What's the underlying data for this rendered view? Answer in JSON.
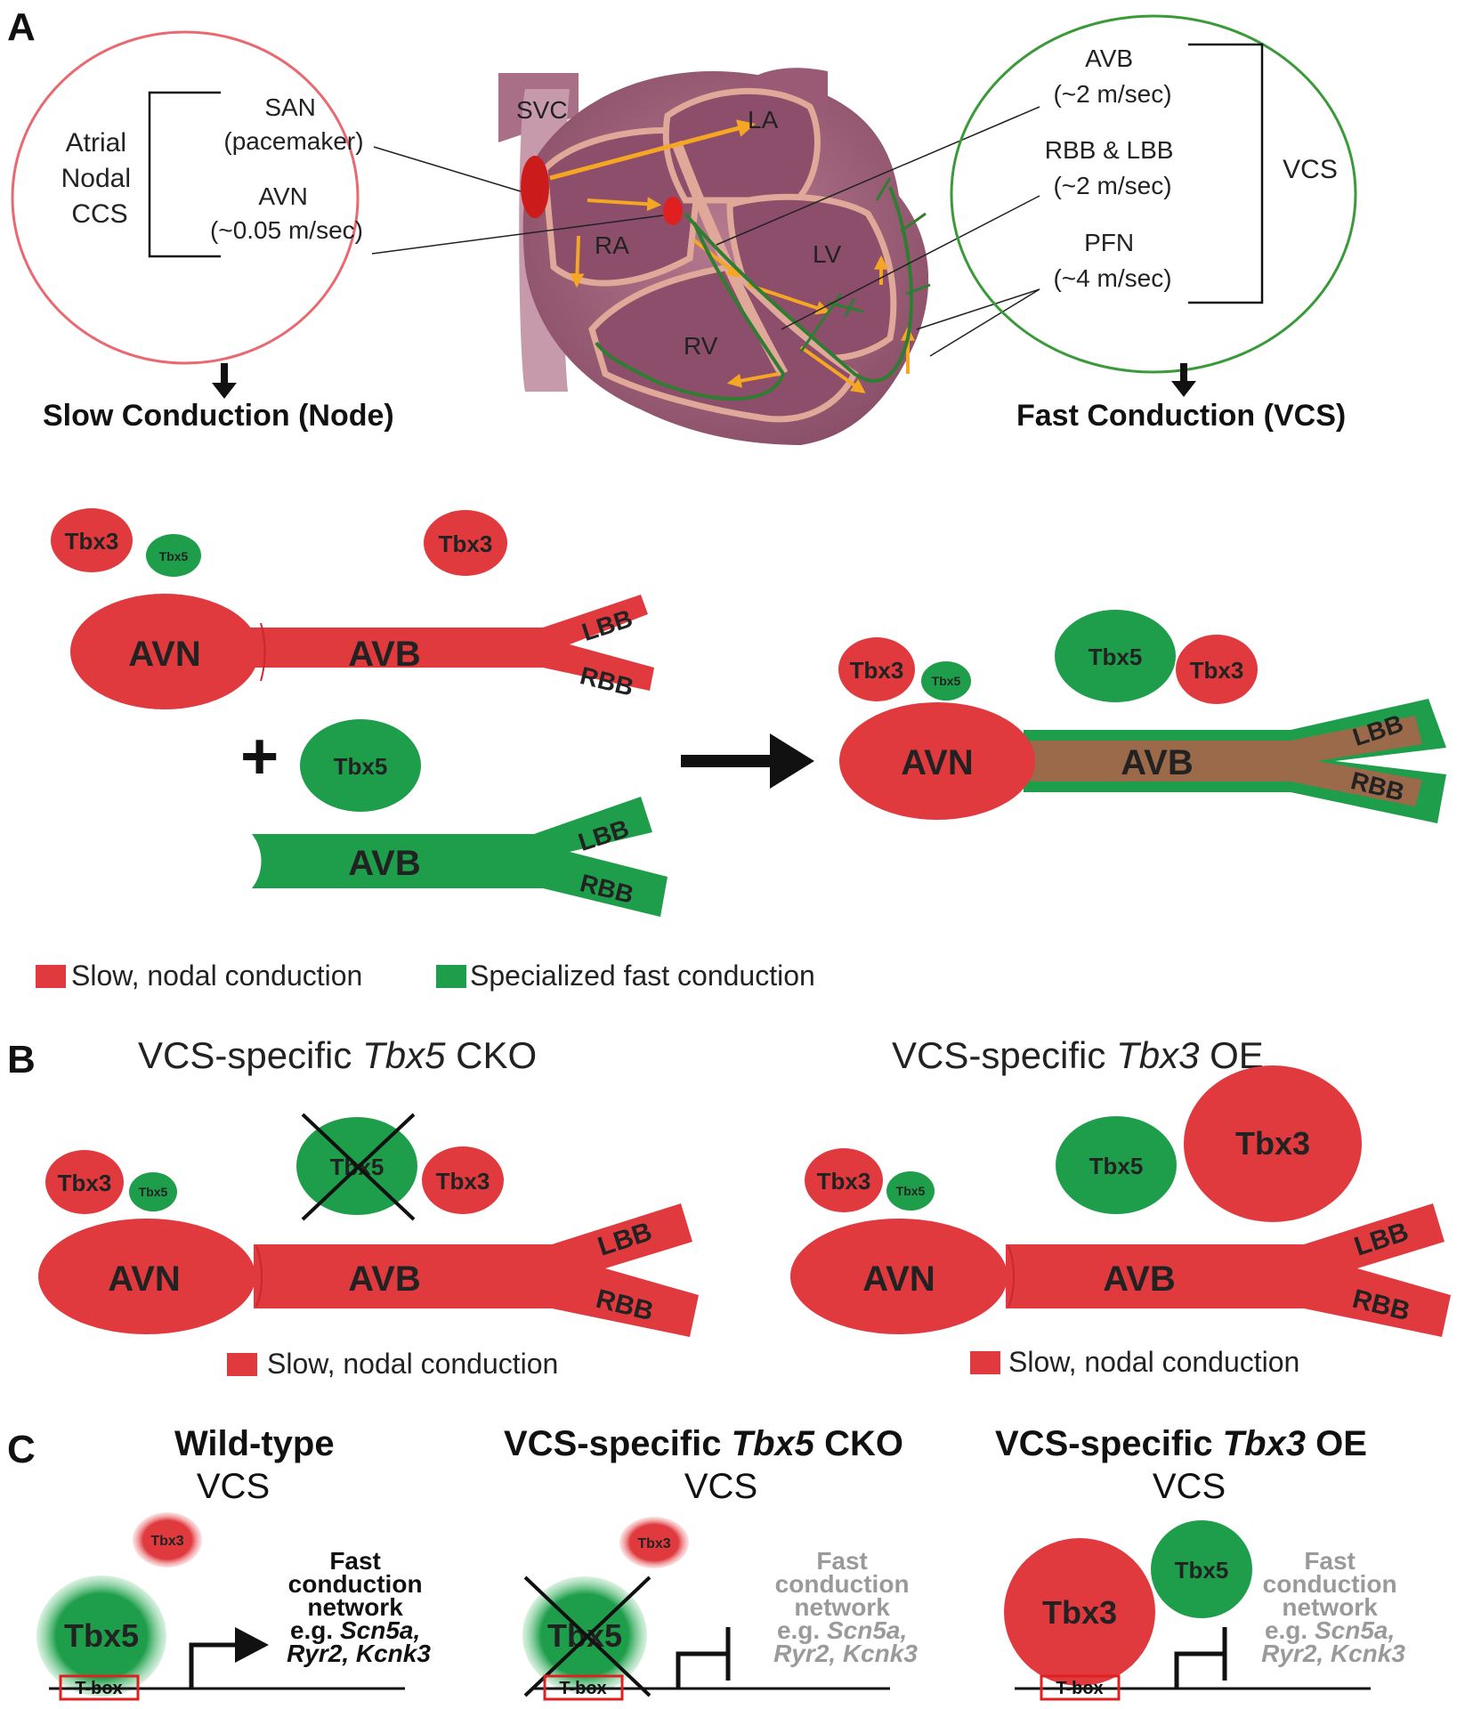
{
  "panels": {
    "a": "A",
    "b": "B",
    "c": "C"
  },
  "panel_a": {
    "left_oval": {
      "group_lines": [
        "Atrial",
        "Nodal",
        "CCS"
      ],
      "san_lines": [
        "SAN",
        "(pacemaker)"
      ],
      "avn_lines": [
        "AVN",
        "(~0.05 m/sec)"
      ]
    },
    "heart_labels": {
      "svc": "SVC",
      "la": "LA",
      "ra": "RA",
      "lv": "LV",
      "rv": "RV"
    },
    "right_oval": {
      "avb_lines": [
        "AVB",
        "(~2 m/sec)"
      ],
      "bb_lines": [
        "RBB & LBB",
        "(~2 m/sec)"
      ],
      "pfn_lines": [
        "PFN",
        "(~4 m/sec)"
      ],
      "group": "VCS"
    },
    "slow_label": "Slow Conduction (Node)",
    "fast_label": "Fast Conduction (VCS)",
    "tf": {
      "tbx3": "Tbx3",
      "tbx5": "Tbx5"
    },
    "segments": {
      "avn": "AVN",
      "avb": "AVB",
      "lbb": "LBB",
      "rbb": "RBB"
    },
    "plus": "+",
    "legend": {
      "slow": "Slow, nodal conduction",
      "fast": "Specialized fast conduction"
    }
  },
  "panel_b": {
    "left_title": {
      "prefix": "VCS-specific ",
      "gene": "Tbx5",
      "suffix": " CKO"
    },
    "right_title": {
      "prefix": "VCS-specific ",
      "gene": "Tbx3",
      "suffix": " OE"
    },
    "legend_slow": "Slow, nodal conduction"
  },
  "panel_c": {
    "col1_title": [
      "Wild-type",
      "VCS"
    ],
    "col2_title": {
      "prefix": "VCS-specific ",
      "gene": "Tbx5",
      "suffix": " CKO",
      "line2": "VCS"
    },
    "col3_title": {
      "prefix": "VCS-specific ",
      "gene": "Tbx3",
      "suffix": " OE",
      "line2": "VCS"
    },
    "network_lines": [
      "Fast",
      "conduction",
      "network"
    ],
    "eg_prefix": "e.g. ",
    "gene1": "Scn5a,",
    "gene2": "Ryr2, Kcnk3",
    "tbox": "T-box"
  },
  "colors": {
    "nodal_red": "#e03a3f",
    "fast_green": "#1e9e4a",
    "mixed_brown": "#9a6a4a",
    "gray_text": "#9a9a9a",
    "oval_red": "#e86a70",
    "oval_green": "#3a9a3a"
  }
}
